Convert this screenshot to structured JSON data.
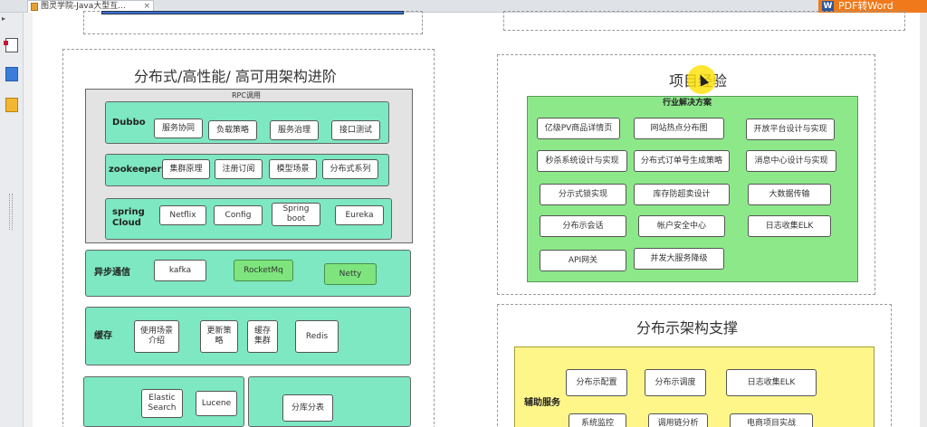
{
  "window": {
    "tab_title": "图灵学院-Java大型互...",
    "tab_close": "×",
    "toolbar_btn_icon": "W",
    "toolbar_btn": "PDF转Word"
  },
  "left_section": {
    "title": "分布式/高性能/ 高可用架构进阶",
    "rpc_label": "RPC调用",
    "dubbo": {
      "label": "Dubbo",
      "items": [
        "服务协同",
        "负载策略",
        "服务治理",
        "接口测试"
      ]
    },
    "zookeeper": {
      "label": "zookeeper",
      "items": [
        "集群原理",
        "注册订阅",
        "模型场景",
        "分布式系列"
      ]
    },
    "spring_cloud": {
      "label": "spring\nCloud",
      "items": [
        "Netflix",
        "Config",
        "Spring\nboot",
        "Eureka"
      ]
    },
    "async": {
      "label": "异步通信",
      "items": [
        "kafka",
        "RocketMq",
        "Netty"
      ]
    },
    "cache": {
      "label": "缓存",
      "items": [
        "使用场景\n介绍",
        "更新策\n略",
        "缓存\n集群",
        "Redis"
      ]
    },
    "search": {
      "items": [
        "Elastic\nSearch",
        "Lucene"
      ]
    },
    "sharding": {
      "items": [
        "分库分表"
      ]
    }
  },
  "right_project": {
    "title": "项目经验",
    "panel_label": "行业解决方案",
    "items": [
      "亿级PV商品详情页",
      "网站热点分布图",
      "开放平台设计与实现",
      "秒杀系统设计与实现",
      "分布式订单号生成策略",
      "消息中心设计与实现",
      "分示式锁实现",
      "库存防超卖设计",
      "大数据传输",
      "分布示会话",
      "帐户安全中心",
      "日志收集ELK",
      "API网关",
      "并发大服务降级"
    ]
  },
  "right_arch": {
    "title": "分布示架构支撑",
    "panel_label": "辅助服务",
    "items": [
      "分布示配置",
      "分布示调度",
      "日志收集ELK",
      "系统监控",
      "调用链分析",
      "电商项目实战"
    ]
  },
  "colors": {
    "mint": "#7de8c2",
    "green_panel": "#8de88a",
    "green_node": "#7ee57e",
    "yellow_panel": "#fff68a"
  }
}
